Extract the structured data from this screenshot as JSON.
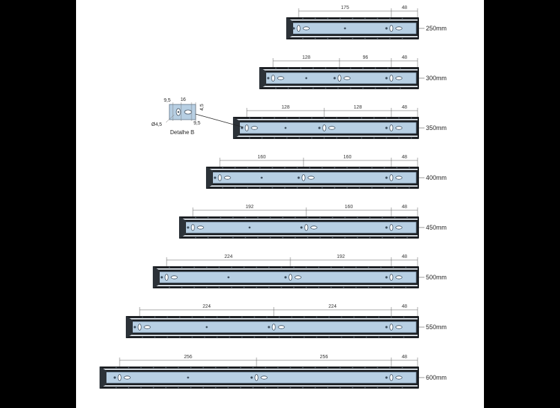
{
  "palette": {
    "rail_dark": "#1b1e22",
    "rail_blue": "#b7cfe3",
    "rail_edge": "#5e7386",
    "dim_line": "#555555",
    "hole": "#3a4a5a"
  },
  "rails": [
    {
      "length_label": "250mm",
      "dims": [
        "175",
        "48"
      ]
    },
    {
      "length_label": "300mm",
      "dims": [
        "128",
        "96",
        "48"
      ]
    },
    {
      "length_label": "350mm",
      "dims": [
        "128",
        "128",
        "48"
      ]
    },
    {
      "length_label": "400mm",
      "dims": [
        "160",
        "160",
        "48"
      ]
    },
    {
      "length_label": "450mm",
      "dims": [
        "192",
        "160",
        "48"
      ]
    },
    {
      "length_label": "500mm",
      "dims": [
        "224",
        "192",
        "48"
      ]
    },
    {
      "length_label": "550mm",
      "dims": [
        "224",
        "224",
        "48"
      ]
    },
    {
      "length_label": "600mm",
      "dims": [
        "256",
        "256",
        "48"
      ]
    }
  ],
  "detail": {
    "title": "Detalhe B",
    "dims": [
      "9,5",
      "16",
      "4,5",
      "Ø4,5",
      "9,5"
    ]
  }
}
